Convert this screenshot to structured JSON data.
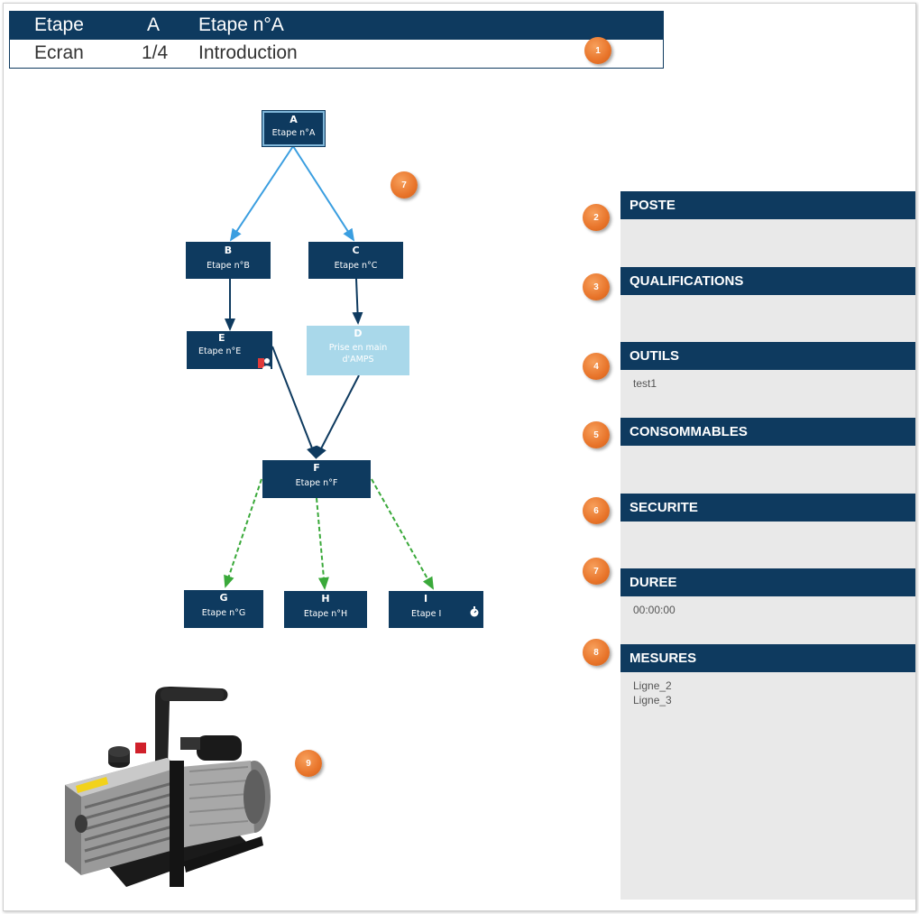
{
  "header": {
    "row1": {
      "col1": "Etape",
      "col2": "A",
      "col3": "Etape n°A"
    },
    "row2": {
      "col1": "Ecran",
      "col2": "1/4",
      "col3": "Introduction"
    }
  },
  "badges": [
    "1",
    "2",
    "3",
    "4",
    "5",
    "6",
    "7",
    "8",
    "7",
    "9"
  ],
  "flowchart": {
    "nodes": {
      "A": {
        "label": "A",
        "text": "Etape n°A"
      },
      "B": {
        "label": "B",
        "text": "Etape n°B"
      },
      "C": {
        "label": "C",
        "text": "Etape n°C"
      },
      "D": {
        "label": "D",
        "text1": "Prise en main",
        "text2": "d'AMPS"
      },
      "E": {
        "label": "E",
        "text": "Etape n°E"
      },
      "F": {
        "label": "F",
        "text": "Etape n°F"
      },
      "G": {
        "label": "G",
        "text": "Etape n°G"
      },
      "H": {
        "label": "H",
        "text": "Etape n°H"
      },
      "I": {
        "label": "I",
        "text": "Etape I"
      }
    }
  },
  "sections": [
    {
      "title": "POSTE",
      "values": []
    },
    {
      "title": "QUALIFICATIONS",
      "values": []
    },
    {
      "title": "OUTILS",
      "values": [
        "test1"
      ]
    },
    {
      "title": "CONSOMMABLES",
      "values": []
    },
    {
      "title": "SECURITE",
      "values": []
    },
    {
      "title": "DUREE",
      "values": [
        "00:00:00"
      ]
    },
    {
      "title": "MESURES",
      "values": [
        "Ligne_2",
        "Ligne_3"
      ]
    }
  ],
  "colors": {
    "navy": "#0e3a5f",
    "light_blue": "#a9d8ea",
    "arrow_blue": "#3a9ee0",
    "arrow_green": "#3aa93a",
    "badge": "#e8742a",
    "panel": "#e9e9e9"
  },
  "icons": {
    "E": "user-badge-icon",
    "I": "stopwatch-icon"
  }
}
